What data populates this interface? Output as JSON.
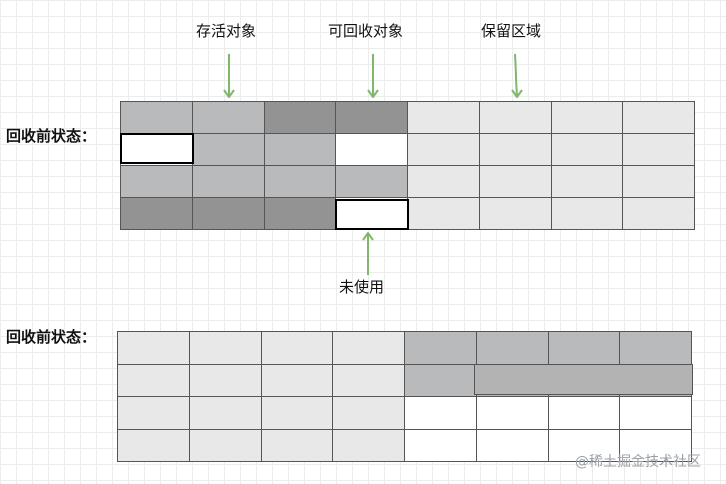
{
  "labels": {
    "survivor": "存活对象",
    "reclaimable": "可回收对象",
    "reserved": "保留区域",
    "unused": "未使用"
  },
  "rows": {
    "before_1": "回收前状态：",
    "before_2": "回收前状态："
  },
  "watermark": "@稀土掘金技术社区",
  "icons": {
    "arrow": "arrow-icon"
  },
  "colors": {
    "arrow": "#7fb86a",
    "dark_cell": "#939394",
    "mid_cell": "#b8babb",
    "light_cell": "#e8e8e8",
    "white_cell": "#ffffff"
  },
  "grids": {
    "top": [
      [
        "mid",
        "mid",
        "dark",
        "dark",
        "light",
        "light",
        "light",
        "light"
      ],
      [
        "white",
        "mid",
        "mid",
        "white",
        "light",
        "light",
        "light",
        "light"
      ],
      [
        "mid",
        "mid",
        "mid",
        "mid",
        "light",
        "light",
        "light",
        "light"
      ],
      [
        "dark",
        "dark",
        "dark",
        "white",
        "light",
        "light",
        "light",
        "light"
      ]
    ],
    "bottom": [
      [
        "light",
        "light",
        "light",
        "light",
        "mid",
        "mid",
        "mid",
        "mid"
      ],
      [
        "light",
        "light",
        "light",
        "light",
        "mid",
        "mid",
        "mid",
        "mid"
      ],
      [
        "light",
        "light",
        "light",
        "light",
        "white",
        "white",
        "white",
        "white"
      ],
      [
        "light",
        "light",
        "light",
        "light",
        "white",
        "white",
        "white",
        "white"
      ]
    ]
  }
}
